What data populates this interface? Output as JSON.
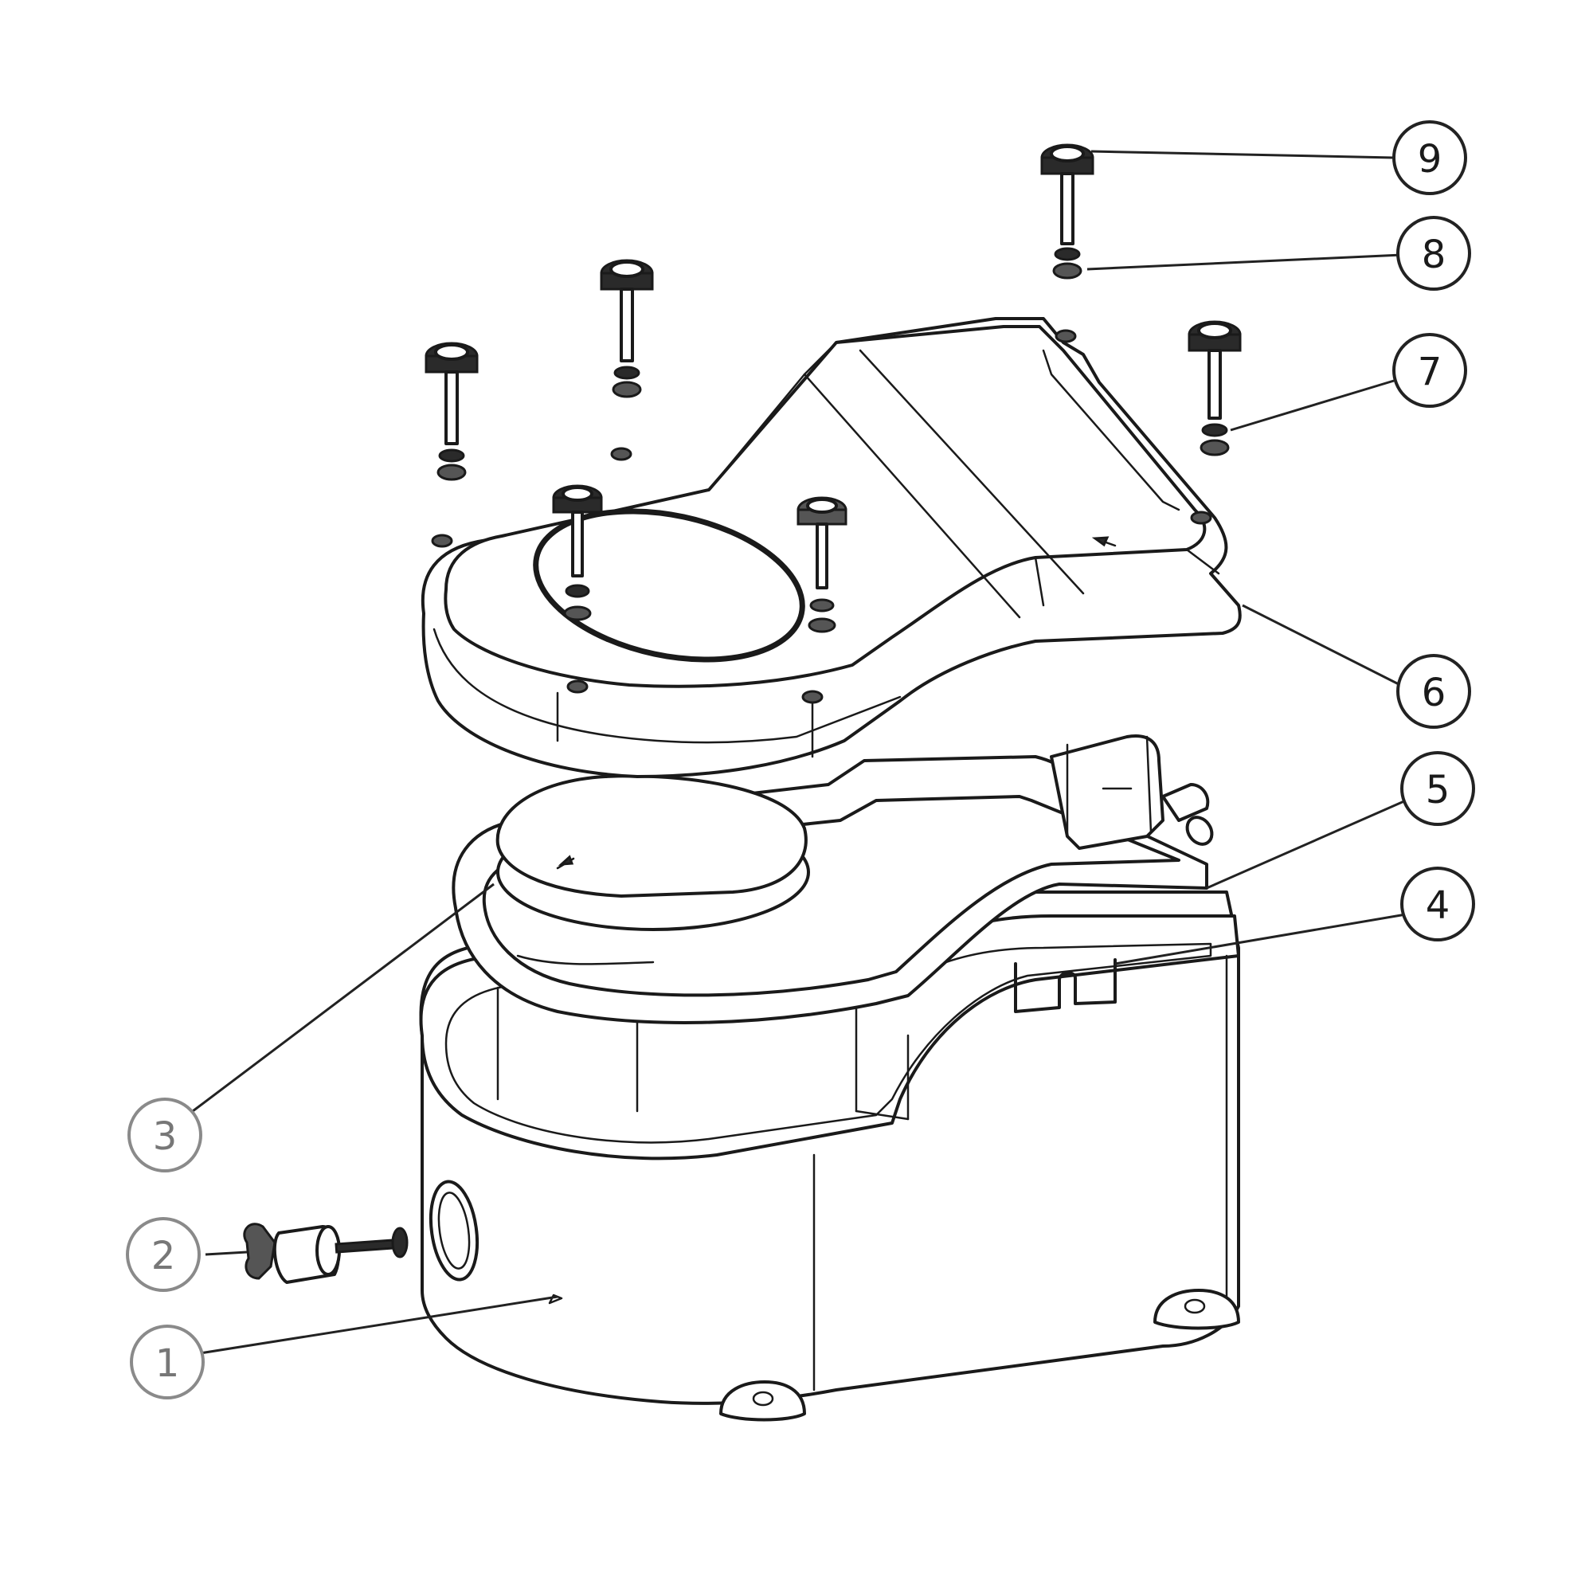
{
  "diagram": {
    "type": "exploded-assembly",
    "callouts": [
      {
        "id": "1",
        "label": "1"
      },
      {
        "id": "2",
        "label": "2"
      },
      {
        "id": "3",
        "label": "3"
      },
      {
        "id": "4",
        "label": "4"
      },
      {
        "id": "5",
        "label": "5"
      },
      {
        "id": "6",
        "label": "6"
      },
      {
        "id": "7",
        "label": "7"
      },
      {
        "id": "8",
        "label": "8"
      },
      {
        "id": "9",
        "label": "9"
      }
    ]
  },
  "colors": {
    "line": "#1a1a1a",
    "background": "#ffffff"
  }
}
